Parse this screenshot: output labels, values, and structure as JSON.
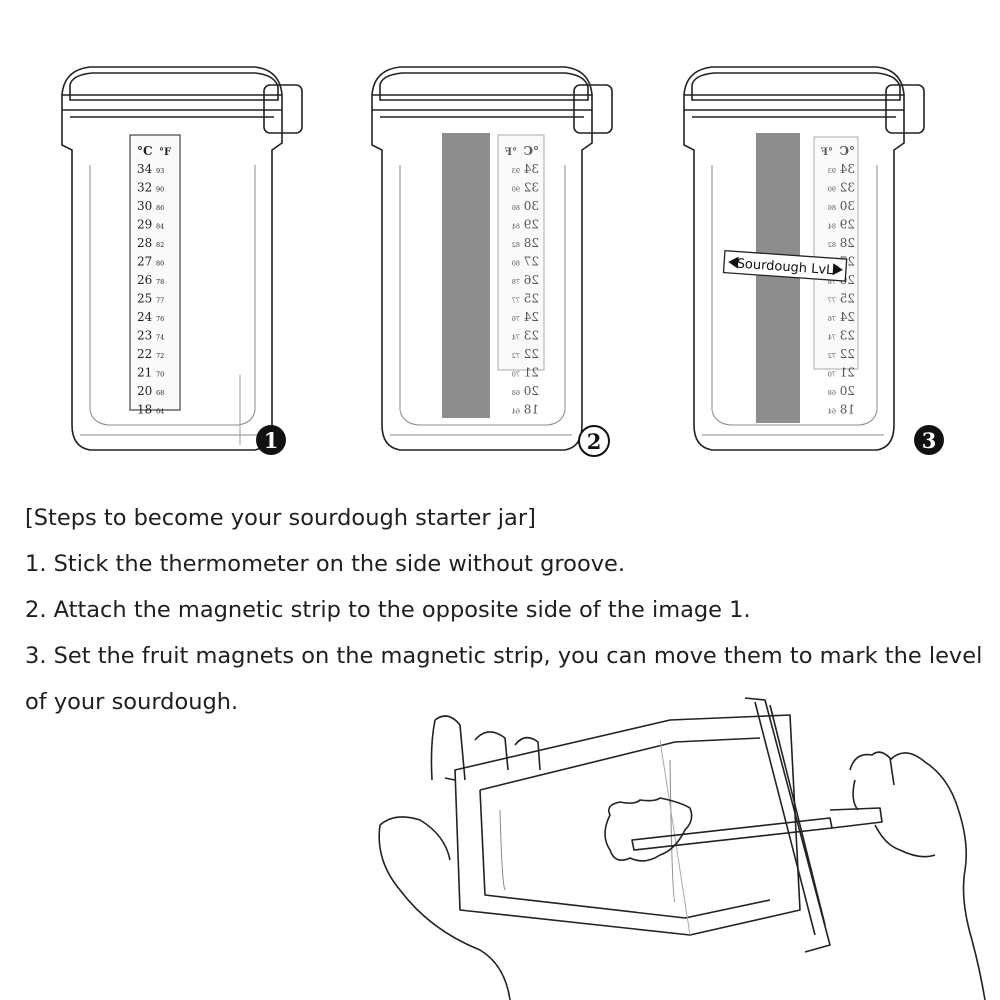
{
  "thermometer": {
    "header_c": "°C",
    "header_f": "°F",
    "rows": [
      {
        "c": "34",
        "f": "93"
      },
      {
        "c": "32",
        "f": "90"
      },
      {
        "c": "30",
        "f": "86"
      },
      {
        "c": "29",
        "f": "84"
      },
      {
        "c": "28",
        "f": "82"
      },
      {
        "c": "27",
        "f": "80"
      },
      {
        "c": "26",
        "f": "78"
      },
      {
        "c": "25",
        "f": "77"
      },
      {
        "c": "24",
        "f": "76"
      },
      {
        "c": "23",
        "f": "74"
      },
      {
        "c": "22",
        "f": "72"
      },
      {
        "c": "21",
        "f": "70"
      },
      {
        "c": "20",
        "f": "68"
      },
      {
        "c": "18",
        "f": "64"
      }
    ]
  },
  "level_label": "Sourdough LvL",
  "steps": {
    "badges": [
      "1",
      "2",
      "3"
    ],
    "heading": "[Steps to become your sourdough starter jar]",
    "items": [
      "1. Stick the thermometer on the side without groove.",
      "2. Attach the magnetic strip to the opposite side of the image 1.",
      "3. Set the fruit magnets on the magnetic strip, you can move them to mark the level of your sourdough."
    ]
  }
}
